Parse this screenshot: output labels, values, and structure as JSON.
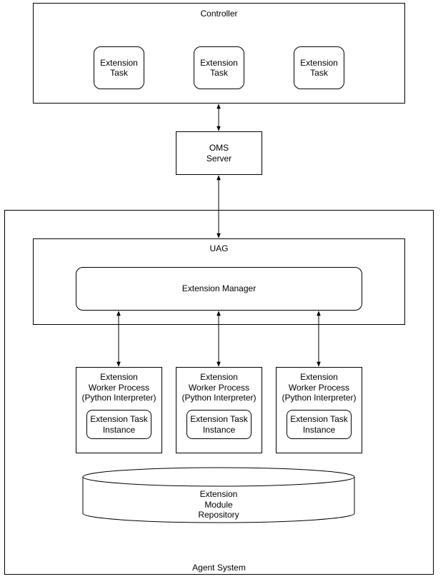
{
  "controller": {
    "title": "Controller",
    "tasks": [
      "Extension\nTask",
      "Extension\nTask",
      "Extension\nTask"
    ]
  },
  "oms_server": {
    "label": "OMS\nServer"
  },
  "agent_system": {
    "title": "Agent System"
  },
  "uag": {
    "title": "UAG",
    "extension_manager": "Extension Manager"
  },
  "workers": [
    {
      "title": "Extension\nWorker Process\n(Python Interpreter)",
      "instance": "Extension Task\nInstance"
    },
    {
      "title": "Extension\nWorker Process\n(Python Interpreter)",
      "instance": "Extension Task\nInstance"
    },
    {
      "title": "Extension\nWorker Process\n(Python Interpreter)",
      "instance": "Extension Task\nInstance"
    }
  ],
  "repository": {
    "label": "Extension\nModule\nRepository"
  }
}
